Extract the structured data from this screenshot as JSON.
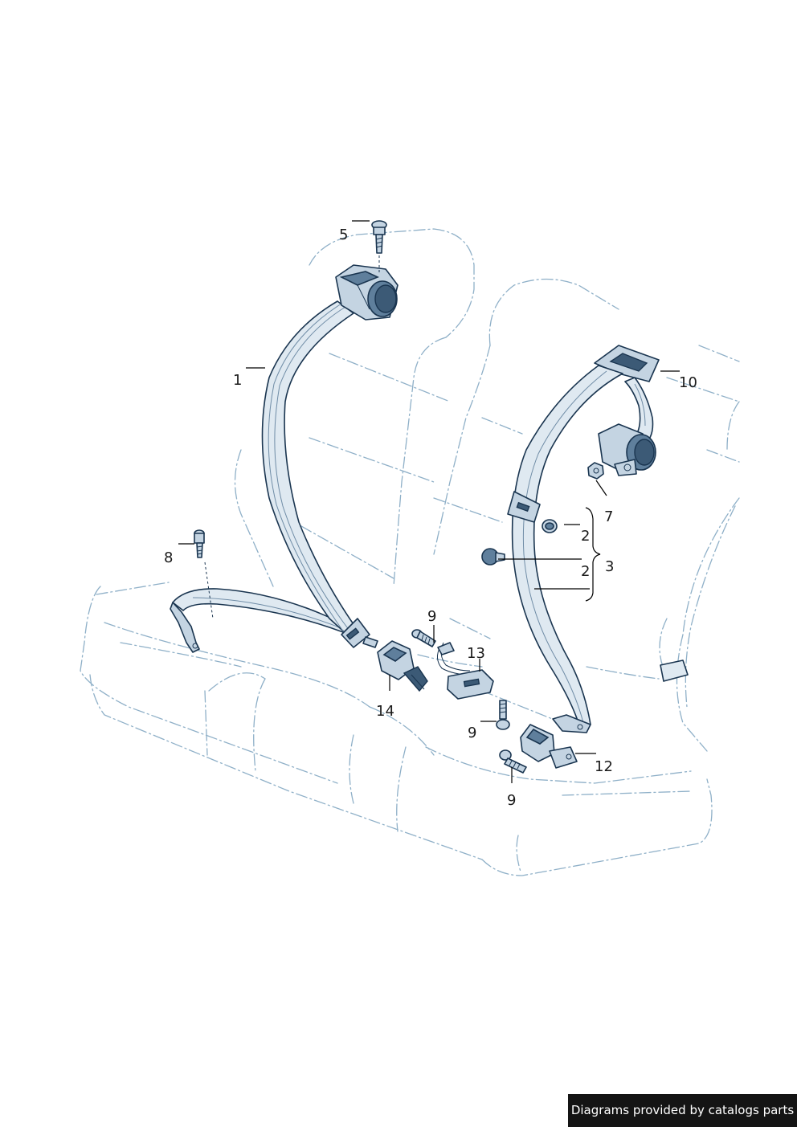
{
  "callouts": {
    "c1": "1",
    "c2a": "2",
    "c2b": "2",
    "c3": "3",
    "c5": "5",
    "c7": "7",
    "c8": "8",
    "c9a": "9",
    "c9b": "9",
    "c9c": "9",
    "c10": "10",
    "c12": "12",
    "c13": "13",
    "c14": "14"
  },
  "footer": {
    "text": "Diagrams provided by catalogs parts"
  },
  "colors": {
    "seat_outline": "#8fb0c8",
    "belt_fill": "#dfe9f1",
    "part_fill": "#c4d4e2",
    "part_outline": "#1a3550"
  }
}
